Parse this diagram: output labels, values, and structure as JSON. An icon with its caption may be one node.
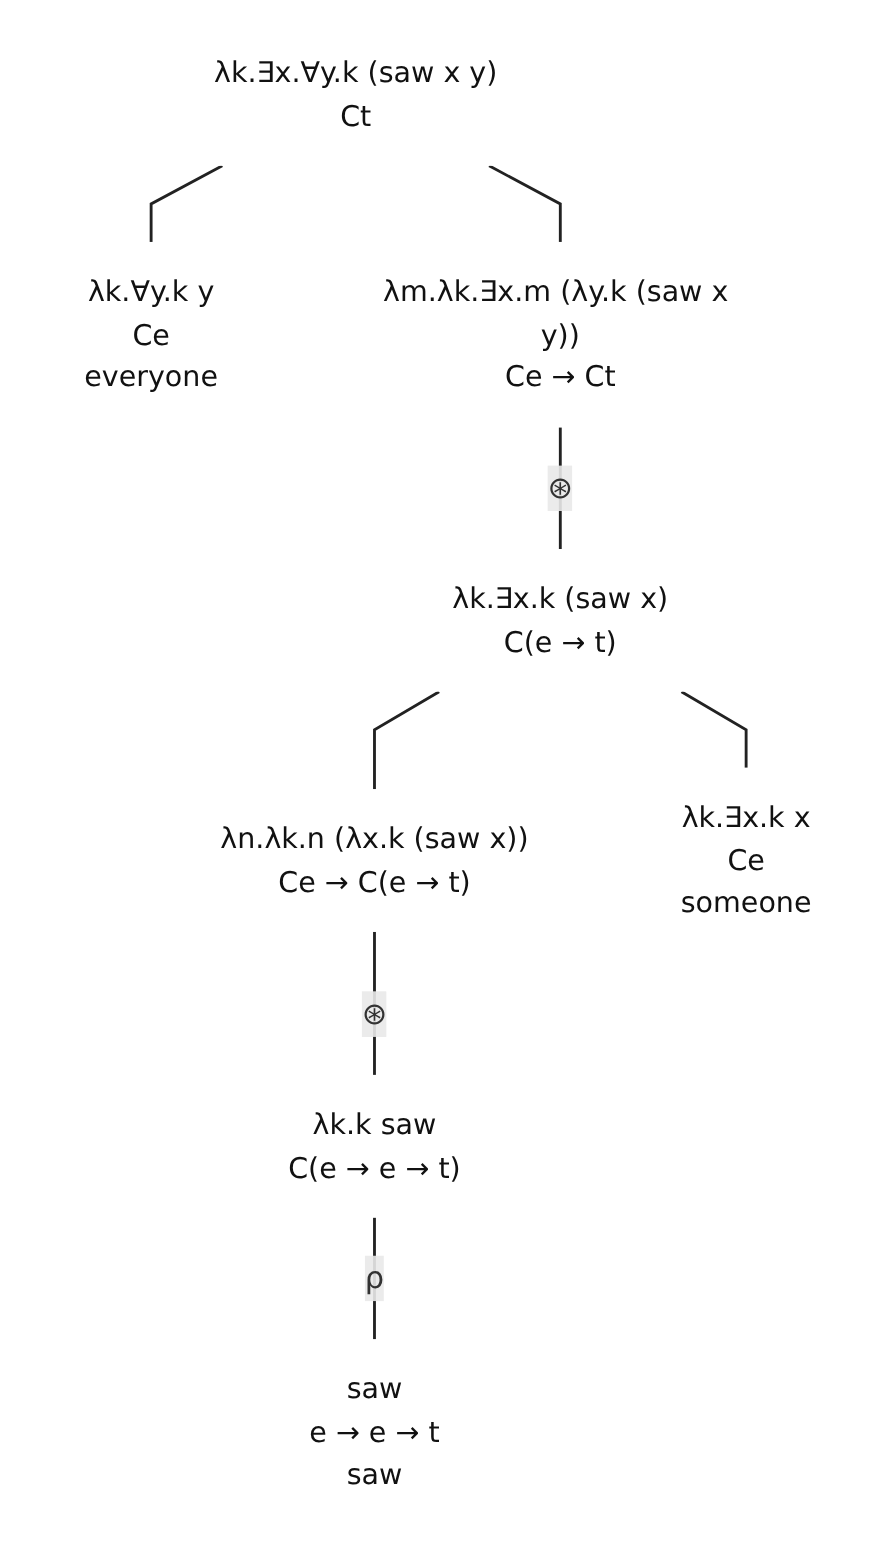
{
  "diagram": {
    "nodes": [
      {
        "text": [
          "λk.∃x.∀y.k (saw x y)",
          "Ct"
        ]
      },
      {
        "text": [
          "λk.∀y.k y",
          "Ce",
          "everyone"
        ]
      },
      {
        "text": [
          "λm.λk.∃x.m (λy.k (saw x y))",
          "Ce → Ct"
        ]
      },
      {
        "text": [
          "λk.∃x.k (saw x)",
          "C(e → t)"
        ]
      },
      {
        "text": [
          "λn.λk.n (λx.k (saw x))",
          "Ce → C(e → t)"
        ]
      },
      {
        "text": [
          "λk.∃x.k x",
          "Ce",
          "someone"
        ]
      },
      {
        "text": [
          "λk.k saw",
          "C(e → e → t)"
        ]
      },
      {
        "text": [
          "saw",
          "e → e → t",
          "saw"
        ]
      }
    ],
    "edges": [
      {
        "from": 0,
        "to": 1,
        "arrow": "none"
      },
      {
        "from": 0,
        "to": 2,
        "arrow": "none"
      },
      {
        "from": 2,
        "to": 3,
        "arrow": "none",
        "label": "⊛"
      },
      {
        "from": 3,
        "to": 4,
        "arrow": "none"
      },
      {
        "from": 3,
        "to": 5,
        "arrow": "none"
      },
      {
        "from": 4,
        "to": 6,
        "arrow": "none",
        "label": "⊛"
      },
      {
        "from": 6,
        "to": 7,
        "arrow": "none",
        "label": "ρ"
      }
    ]
  }
}
